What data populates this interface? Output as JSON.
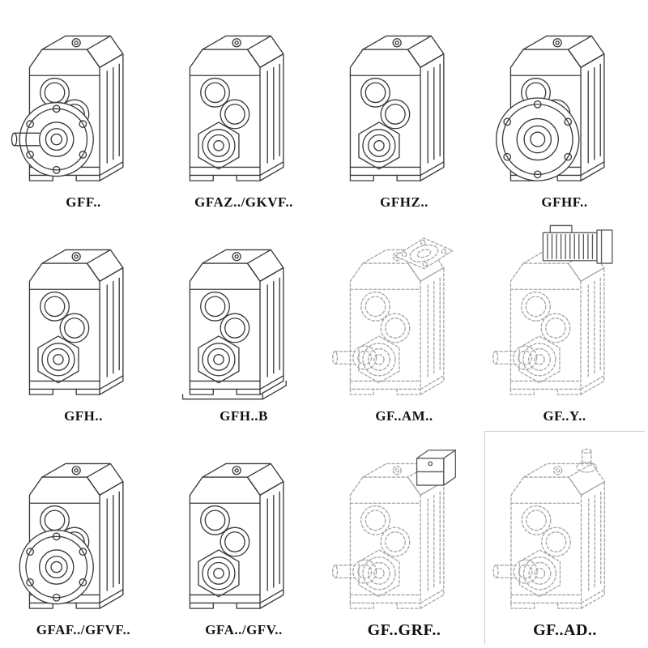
{
  "catalog": {
    "colors": {
      "background": "#ffffff",
      "line_solid": "#3a3a3a",
      "line_phantom": "#a6a6a6",
      "line_accessory": "#5a5a5a",
      "label_color": "#111111"
    },
    "items": [
      {
        "label": "GFF..",
        "variant": "flange-shaft",
        "style": "solid"
      },
      {
        "label": "GFAZ../GKVF..",
        "variant": "hollow-shaft",
        "style": "solid"
      },
      {
        "label": "GFHZ..",
        "variant": "hollow-shaft",
        "style": "solid"
      },
      {
        "label": "GFHF..",
        "variant": "flange-large",
        "style": "solid"
      },
      {
        "label": "GFH..",
        "variant": "hollow-bearing",
        "style": "solid"
      },
      {
        "label": "GFH..B",
        "variant": "hollow-bearing-foot",
        "style": "solid"
      },
      {
        "label": "GF..AM..",
        "variant": "motor-adapter-flange",
        "style": "phantom"
      },
      {
        "label": "GF..Y..",
        "variant": "motor-mounted",
        "style": "phantom"
      },
      {
        "label": "GFAF../GFVF..",
        "variant": "flange-holes",
        "style": "solid"
      },
      {
        "label": "GFA../GFV..",
        "variant": "hollow-shaft",
        "style": "solid"
      },
      {
        "label": "GF..GRF..",
        "variant": "coupling-housing",
        "style": "phantom"
      },
      {
        "label": "GF..AD..",
        "variant": "input-shaft-adapter",
        "style": "phantom"
      }
    ]
  }
}
